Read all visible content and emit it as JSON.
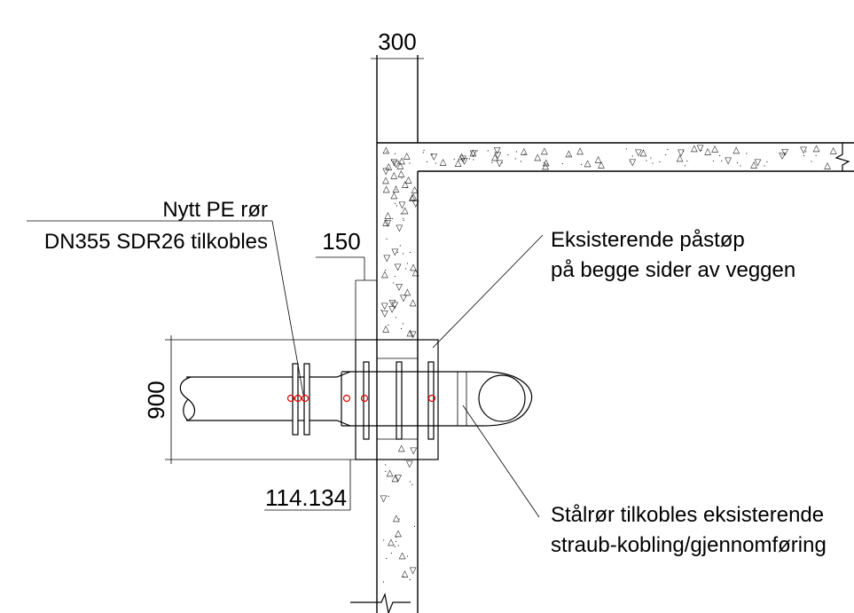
{
  "dimensions": {
    "wall_thickness": "300",
    "casting_thickness": "150",
    "casting_height": "900",
    "pipe_reference": "114.134"
  },
  "labels": {
    "pe_pipe": [
      "Nytt PE rør",
      "DN355 SDR26 tilkobles"
    ],
    "existing_casting": [
      "Eksisterende påstøp",
      "på begge sider av veggen"
    ],
    "steel_pipe": [
      "Stålrør tilkobles eksisterende",
      "straub-kobling/gjennomføring"
    ]
  }
}
